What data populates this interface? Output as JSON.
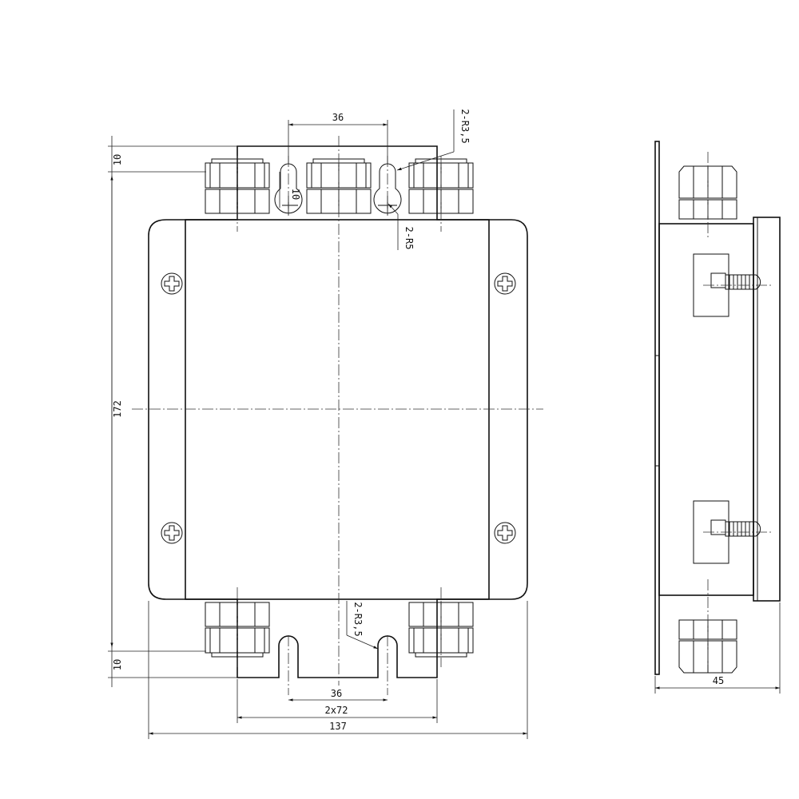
{
  "watermark": "",
  "front_view": {
    "dims": {
      "top_offset": "10",
      "bottom_offset": "10",
      "height": "172",
      "top_slot_spacing": "36",
      "slot_height": "10",
      "bottom_slot_spacing": "36",
      "gland_spacing": "2x72",
      "width": "137"
    },
    "notes": {
      "top_radius": "2-R3,5",
      "keyhole_radius": "2-R5",
      "bottom_radius": "2-R3,5"
    }
  },
  "side_view": {
    "dims": {
      "depth": "45"
    }
  }
}
